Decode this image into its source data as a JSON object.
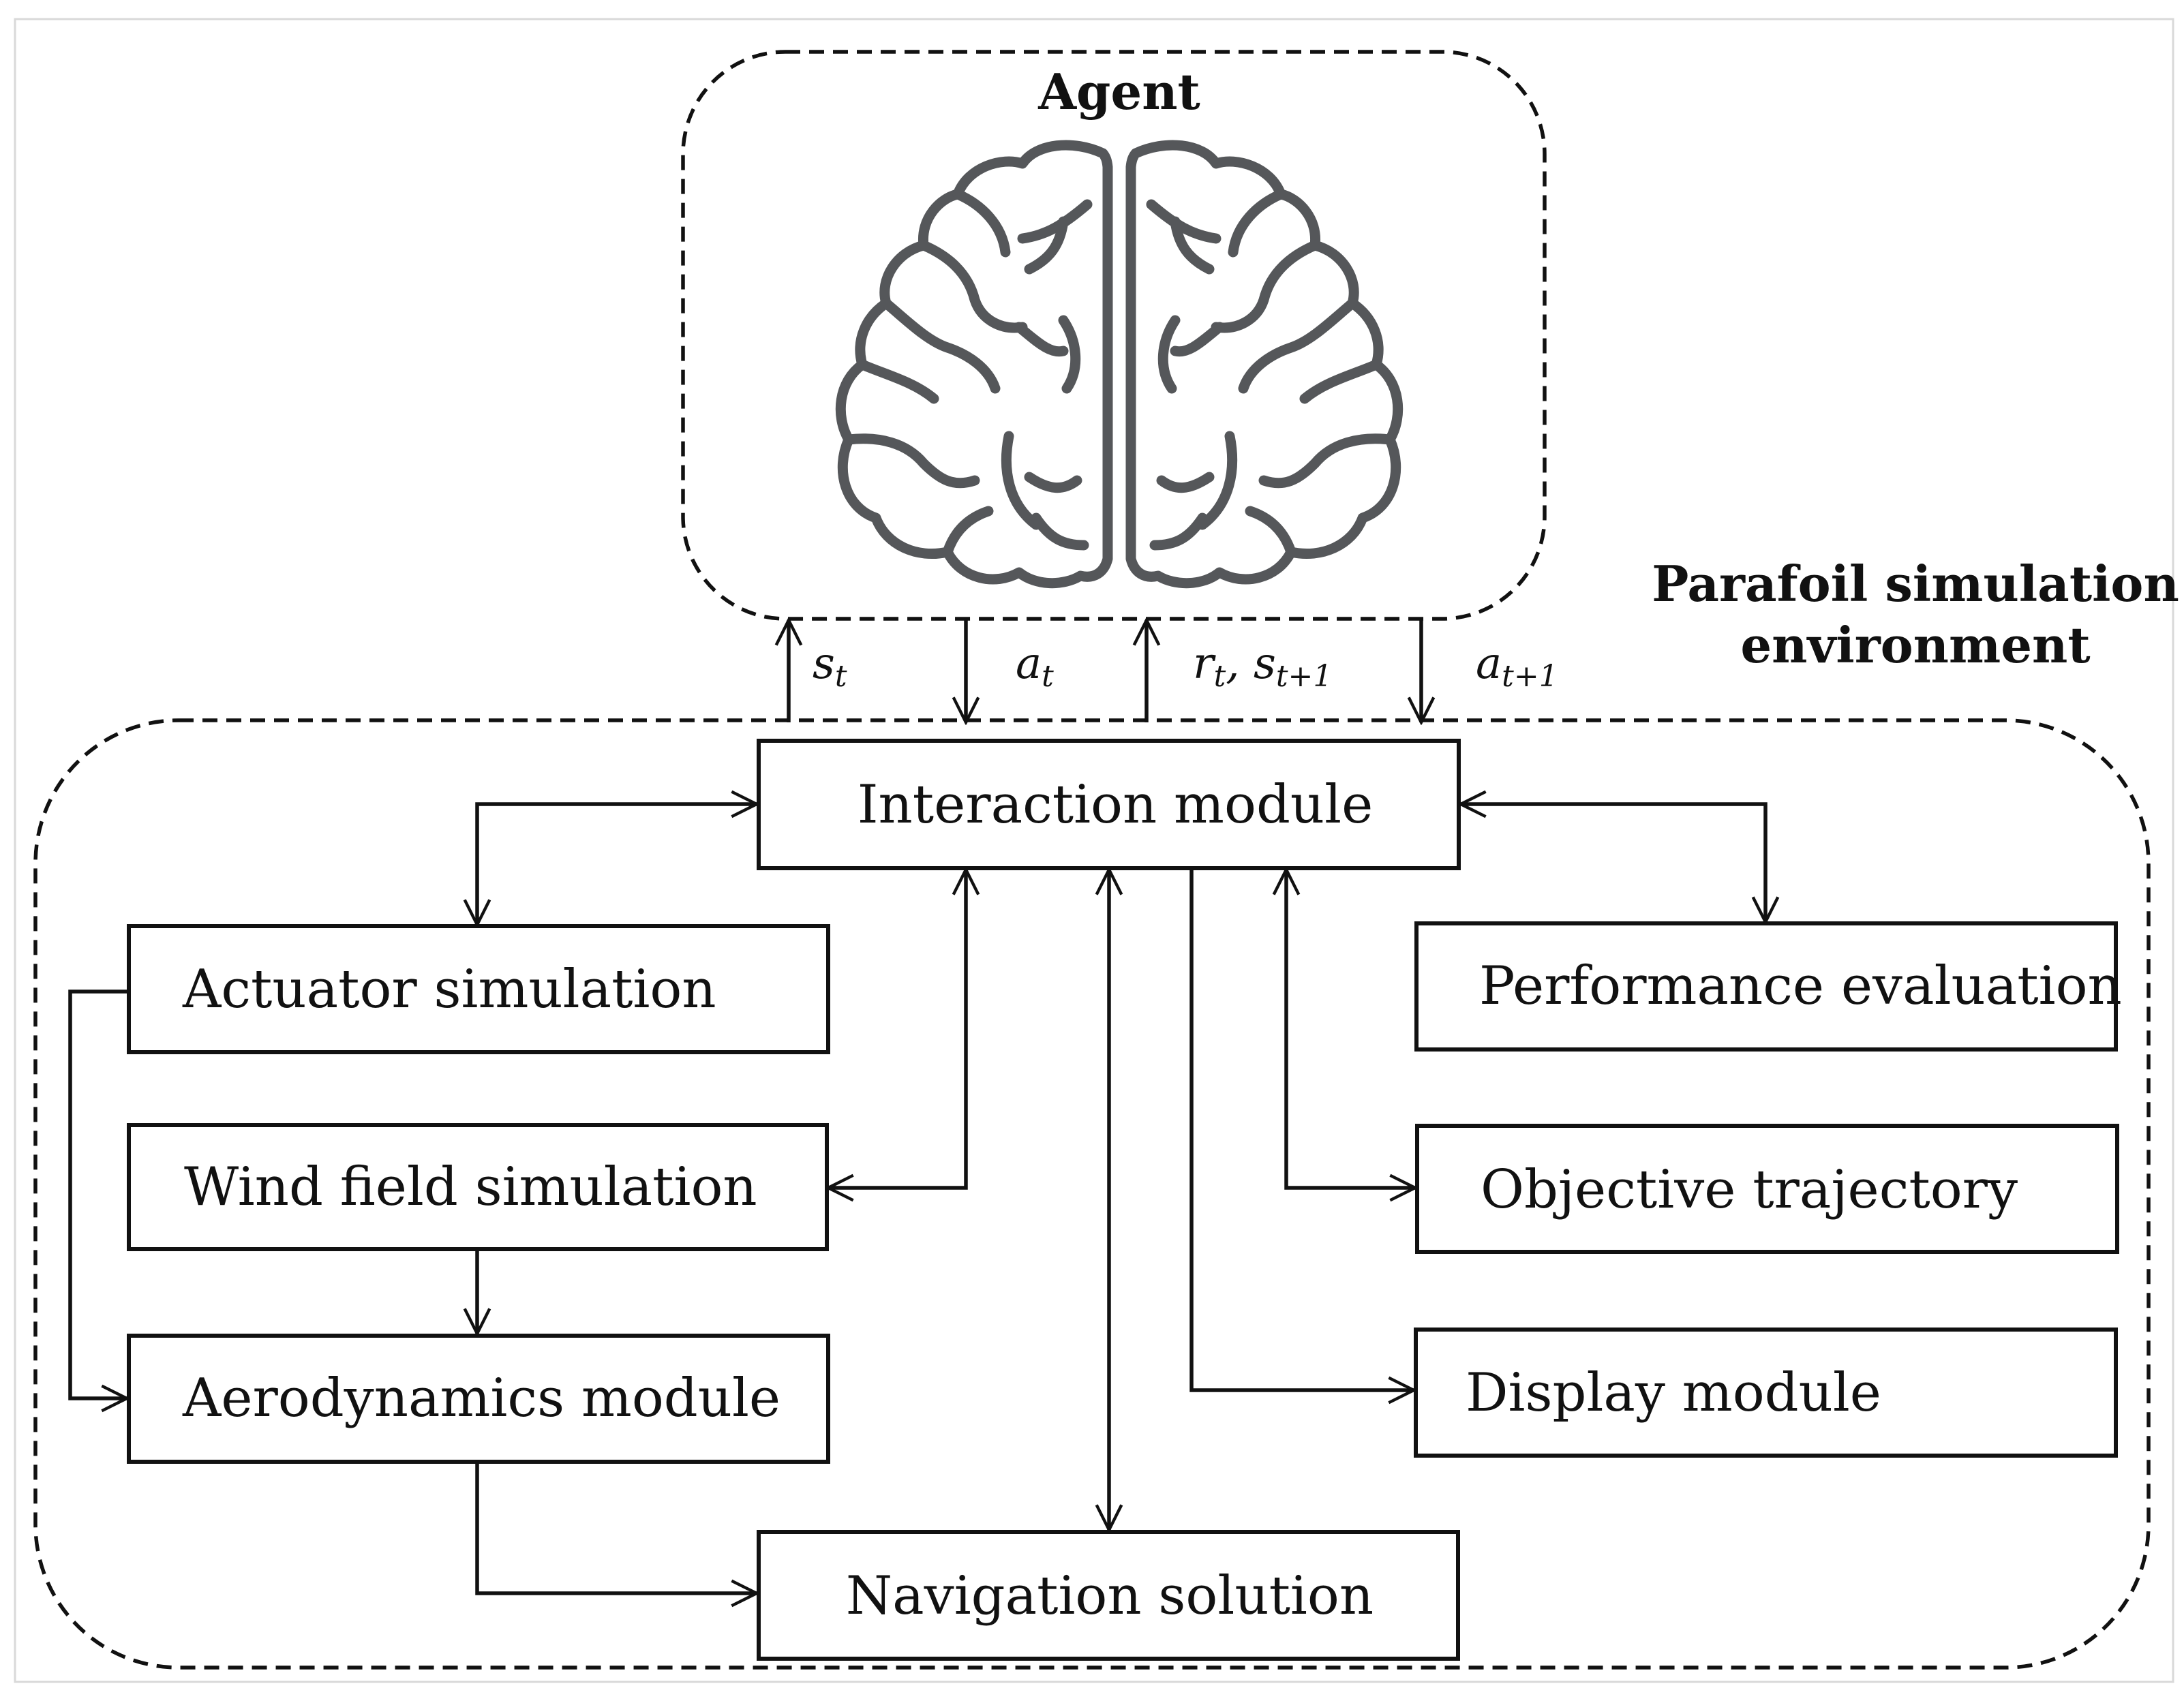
{
  "agent": {
    "title": "Agent",
    "icon": "brain-icon"
  },
  "environment": {
    "title_line1": "Parafoil simulation",
    "title_line2": "environment"
  },
  "signals": {
    "s_t": {
      "base": "s",
      "sub": "t"
    },
    "a_t": {
      "base": "a",
      "sub": "t"
    },
    "r_t_s_t1": {
      "base1": "r",
      "sub1": "t",
      "sep": ", ",
      "base2": "s",
      "sub2": "t+1"
    },
    "a_t1": {
      "base": "a",
      "sub": "t+1"
    }
  },
  "modules": {
    "interaction": "Interaction module",
    "actuator": "Actuator simulation",
    "wind": "Wind field simulation",
    "aerodynamics": "Aerodynamics module",
    "navigation": "Navigation solution",
    "performance": "Performance evaluation",
    "objective": "Objective trajectory",
    "display": "Display module"
  },
  "colors": {
    "line": "#111111",
    "brain": "#55575a",
    "background": "#ffffff"
  }
}
